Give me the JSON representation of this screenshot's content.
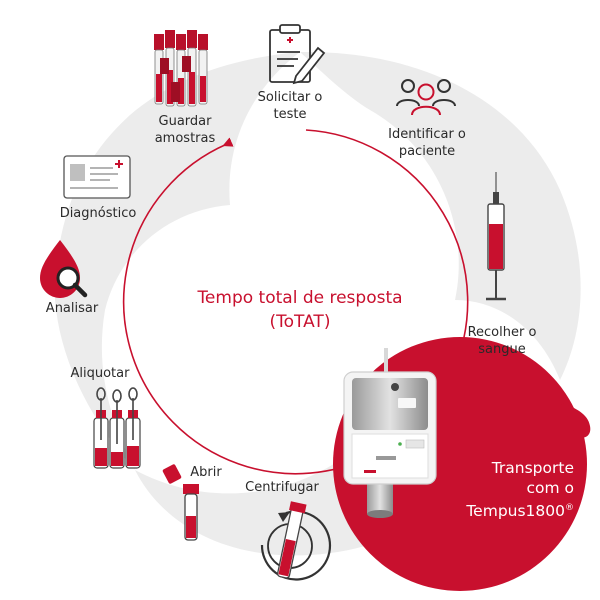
{
  "center": {
    "line1": "Tempo total de resposta",
    "line2": "(ToTAT)"
  },
  "steps": {
    "solicitar": {
      "line1": "Solicitar o",
      "line2": "teste"
    },
    "identificar": {
      "line1": "Identificar o",
      "line2": "paciente"
    },
    "recolher": {
      "line1": "Recolher o",
      "line2": "sangue"
    },
    "centrifugar": {
      "label": "Centrifugar"
    },
    "abrir": {
      "label": "Abrir"
    },
    "aliquotar": {
      "label": "Aliquotar"
    },
    "analisar": {
      "label": "Analisar"
    },
    "diagnostico": {
      "label": "Diagnóstico"
    },
    "guardar": {
      "line1": "Guardar",
      "line2": "amostras"
    }
  },
  "transport": {
    "line1": "Transporte",
    "line2": "com o",
    "line3": "Tempus1800",
    "mark": "®"
  },
  "colors": {
    "accent": "#c8102e",
    "swirl": "#ececec",
    "text": "#2a2a2a"
  }
}
